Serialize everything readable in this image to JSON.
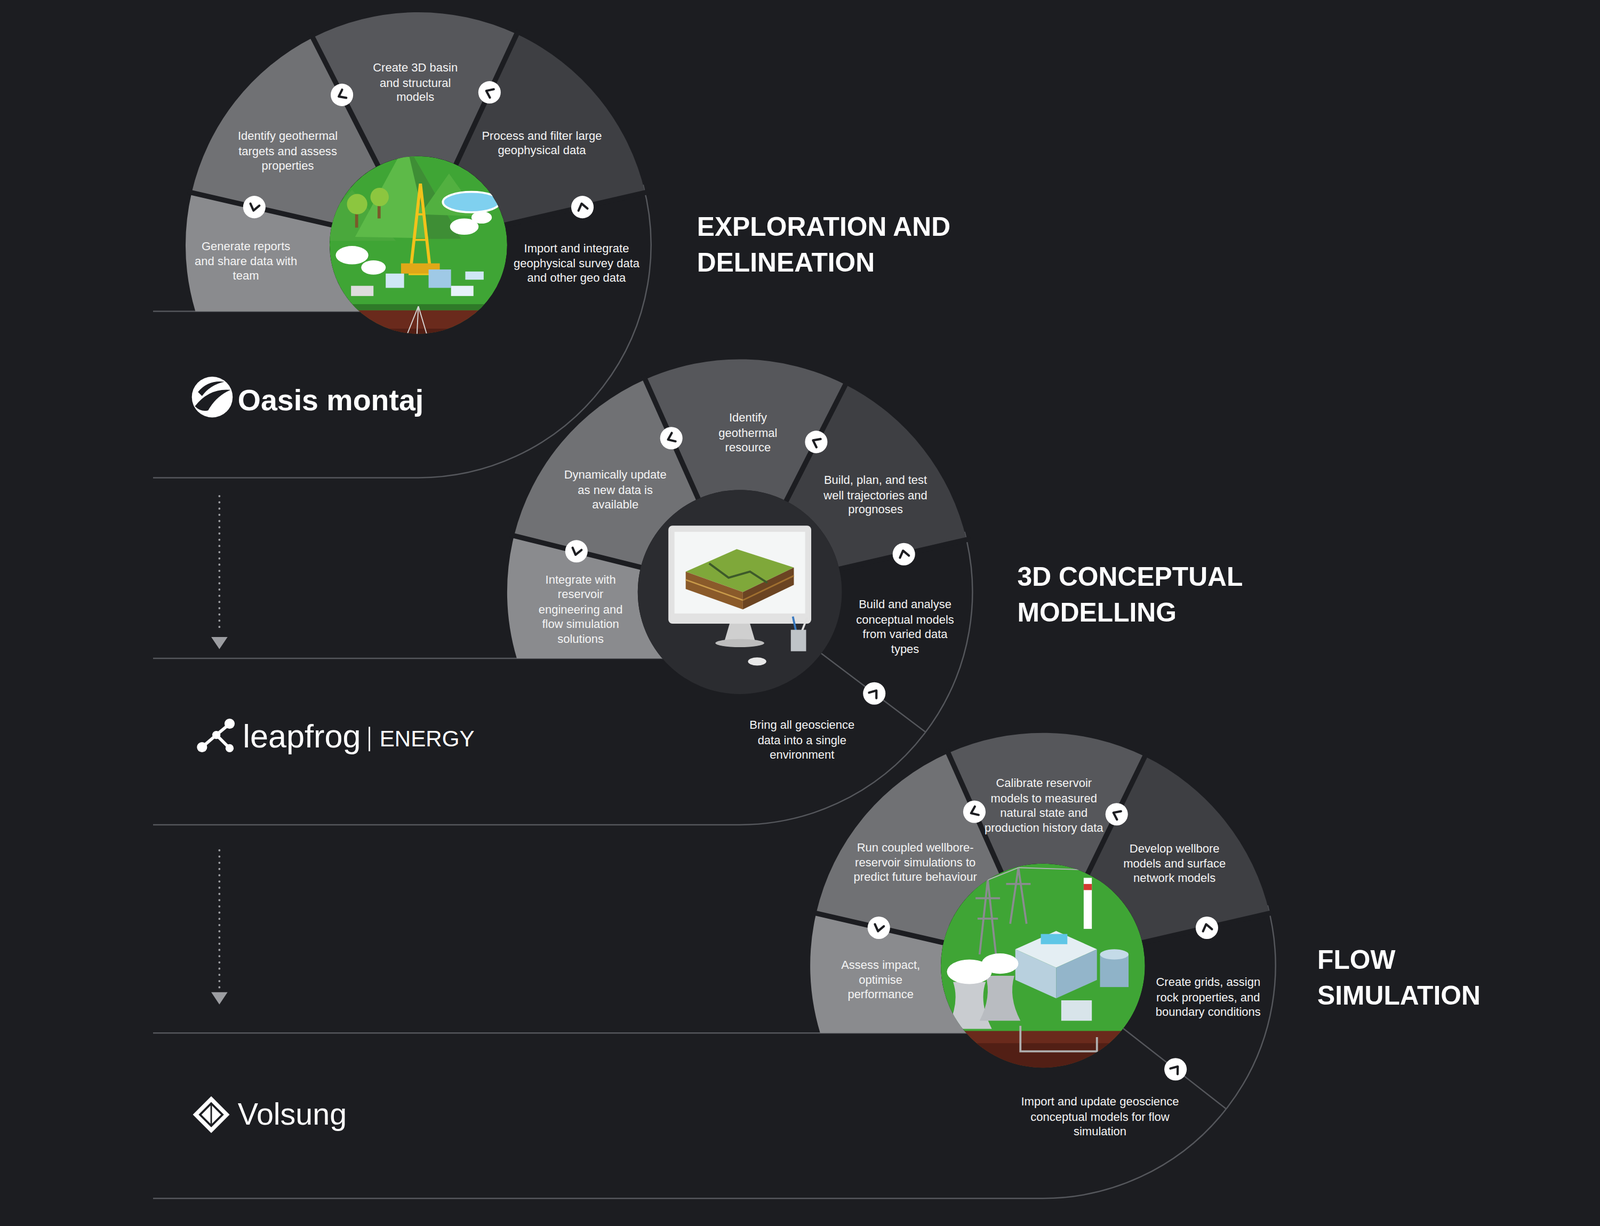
{
  "diagram": {
    "nodes": [
      {
        "text": [
          "Generate reports and share data with team"
        ]
      },
      {
        "text": [
          "Identify geothermal targets and assess properties"
        ]
      },
      {
        "text": [
          "Create 3D basin and structural models"
        ]
      },
      {
        "text": [
          "Process and filter large geophysical data"
        ]
      },
      {
        "text": [
          "Import and integrate geophysical survey data and other geo data"
        ]
      },
      {
        "text": [
          "Integrate with reservoir engineering and flow simulation solutions"
        ]
      },
      {
        "text": [
          "Dynamically update as new data is available"
        ]
      },
      {
        "text": [
          "Identify geothermal resource"
        ]
      },
      {
        "text": [
          "Build, plan, and test well trajectories and prognoses"
        ]
      },
      {
        "text": [
          "Build and analyse conceptual models from varied data types"
        ]
      },
      {
        "text": [
          "Bring all geoscience data into a single environment"
        ]
      },
      {
        "text": [
          "Assess impact, optimise performance"
        ]
      },
      {
        "text": [
          "Run coupled wellbore-reservoir simulations to predict future behaviour"
        ]
      },
      {
        "text": [
          "Calibrate reservoir models to measured natural state and production history data"
        ]
      },
      {
        "text": [
          "Develop wellbore models and surface network models"
        ]
      },
      {
        "text": [
          "Create grids, assign rock properties, and boundary conditions"
        ]
      },
      {
        "text": [
          "Import and update geoscience conceptual models for flow simulation"
        ]
      }
    ],
    "labels": [
      "EXPLORATION AND DELINEATION",
      "Oasis montaj",
      "3D CONCEPTUAL MODELLING",
      "leapfrog",
      "ENERGY",
      "FLOW SIMULATION",
      "Volsung"
    ]
  }
}
